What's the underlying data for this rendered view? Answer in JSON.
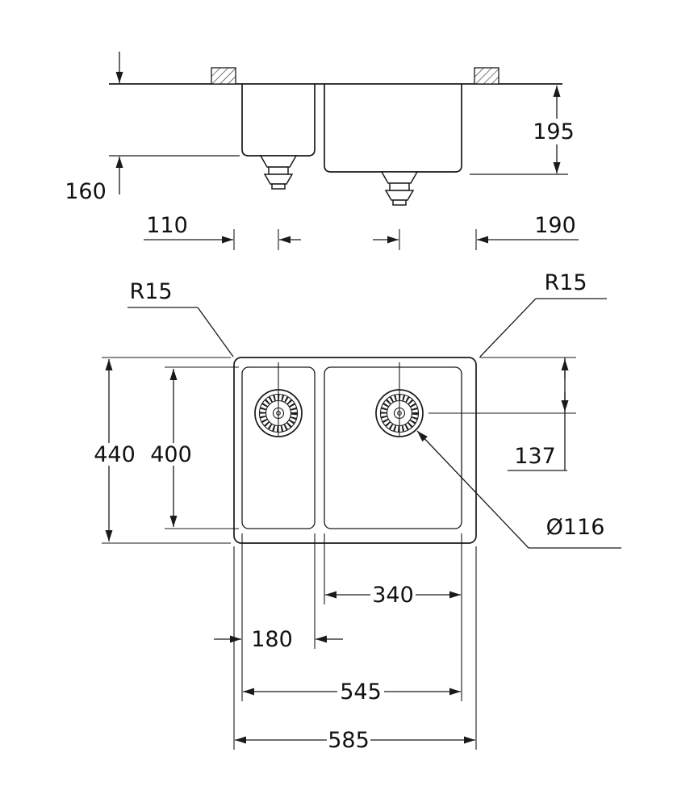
{
  "drawing_type": "sink-technical-drawing",
  "colors": {
    "line": "#1a1a1a",
    "background": "#ffffff"
  },
  "dims": {
    "d195": "195",
    "d160": "160",
    "d110": "110",
    "d190": "190",
    "r15_left": "R15",
    "r15_right": "R15",
    "d440": "440",
    "d400": "400",
    "d137": "137",
    "dia116": "Ø116",
    "d340": "340",
    "d180": "180",
    "d545": "545",
    "d585": "585"
  }
}
